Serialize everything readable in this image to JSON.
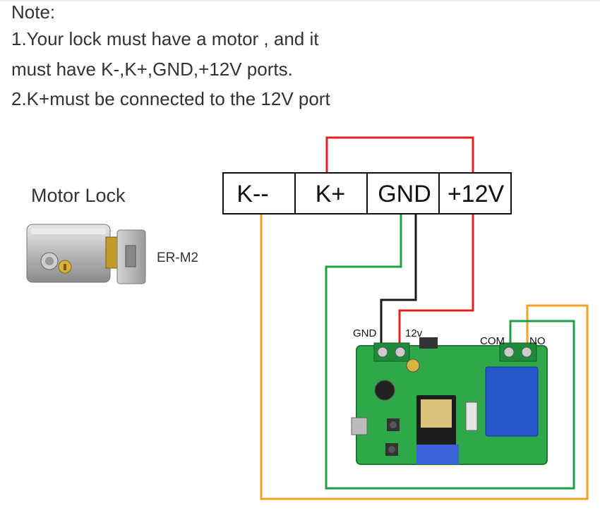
{
  "note": {
    "title": "Note:",
    "line1": "1.Your lock must have a motor , and it",
    "line2": "must have K-,K+,GND,+12V ports.",
    "line3": "2.K+must be connected to the 12V port"
  },
  "lock": {
    "title": "Motor Lock",
    "model": "ER-M2"
  },
  "terminals": [
    "K--",
    "K+",
    "GND",
    "+12V"
  ],
  "board": {
    "gnd_label": "GND",
    "v12_label": "12v",
    "com_label": "COM",
    "no_label": "NO"
  },
  "colors": {
    "red": "#e0221f",
    "black": "#1a1a1a",
    "green": "#1e9e45",
    "orange": "#f2a020",
    "pcb": "#2fa84a",
    "relay": "#2456c8"
  }
}
